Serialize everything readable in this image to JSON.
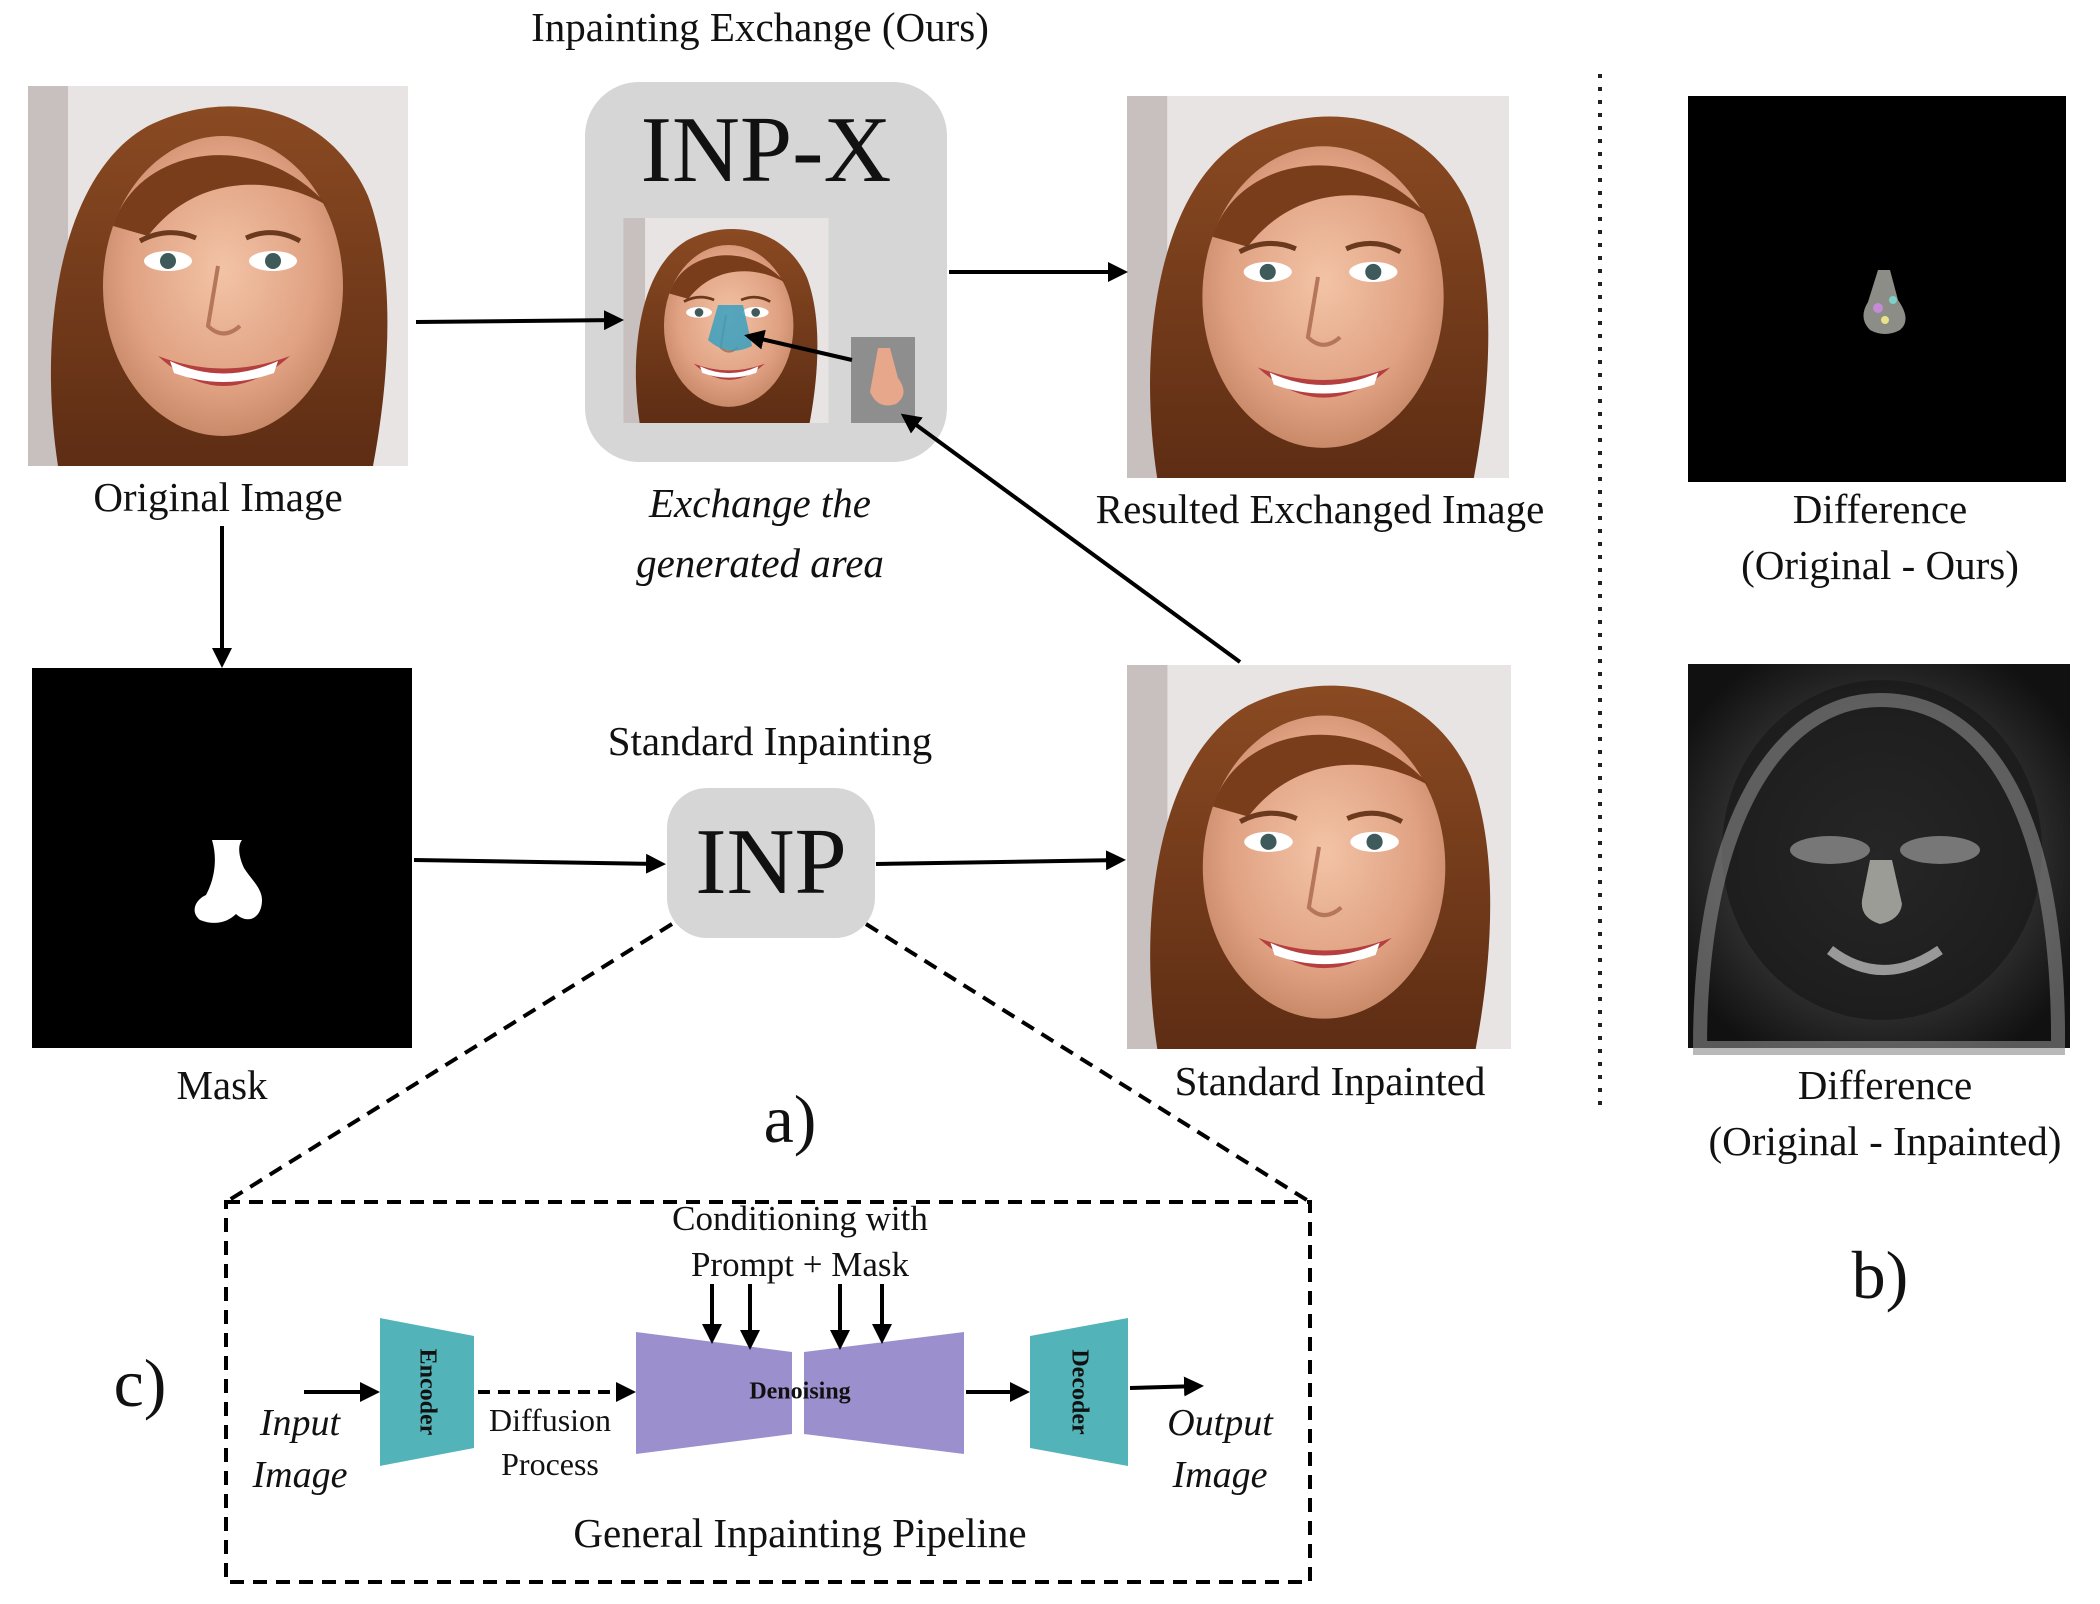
{
  "panel_a": {
    "exchange_heading": "Inpainting Exchange (Ours)",
    "inpx_block": "INP-X",
    "exchange_caption_line1": "Exchange the",
    "exchange_caption_line2": "generated area",
    "original_label": "Original Image",
    "mask_label": "Mask",
    "result_label": "Resulted Exchanged Image",
    "standard_heading": "Standard Inpainting",
    "inp_block": "INP",
    "standard_inpainted_label": "Standard Inpainted",
    "panel_letter": "a)"
  },
  "panel_b": {
    "diff_ours_line1": "Difference",
    "diff_ours_line2": "(Original - Ours)",
    "diff_inp_line1": "Difference",
    "diff_inp_line2": "(Original - Inpainted)",
    "panel_letter": "b)"
  },
  "panel_c": {
    "panel_letter": "c)",
    "conditioning_line1": "Conditioning with",
    "conditioning_line2": "Prompt + Mask",
    "input_line1": "Input",
    "input_line2": "Image",
    "encoder": "Encoder",
    "diffusion_line1": "Diffusion",
    "diffusion_line2": "Process",
    "denoising": "Denoising",
    "decoder": "Decoder",
    "output_line1": "Output",
    "output_line2": "Image",
    "pipeline_title": "General Inpainting Pipeline"
  },
  "colors": {
    "block_gray": "#d6d6d6",
    "encoder_teal": "#52b3b8",
    "denoise_purple": "#9c8fcd",
    "nose_blue": "#3aa0c0"
  }
}
